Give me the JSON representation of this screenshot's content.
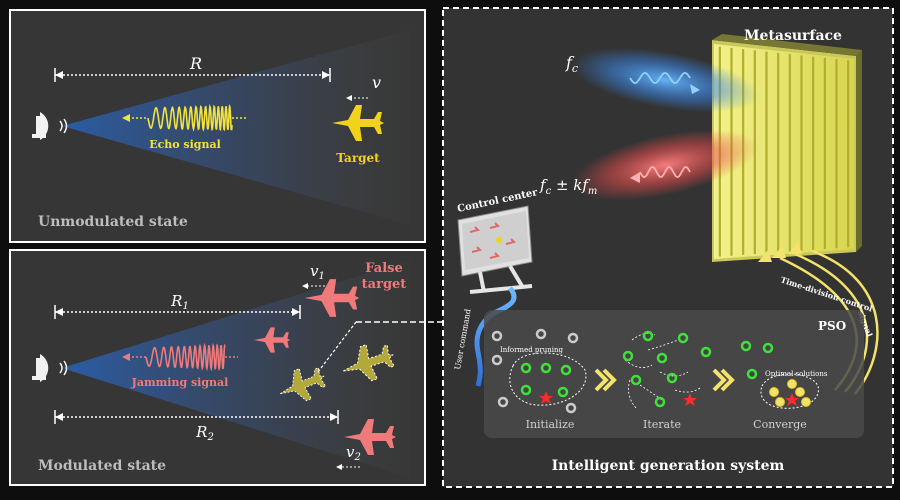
{
  "panels": {
    "unmodulated": {
      "label": "Unmodulated state",
      "range_label": "R",
      "velocity_label": "v",
      "echo_label": "Echo signal",
      "target_label": "Target"
    },
    "modulated": {
      "label": "Modulated state",
      "r1_label": "R",
      "r1_sub": "1",
      "r2_label": "R",
      "r2_sub": "2",
      "v1_label": "v",
      "v1_sub": "1",
      "v2_label": "v",
      "v2_sub": "2",
      "jamming_label": "Jamming signal",
      "false_target_line1": "False",
      "false_target_line2": "target"
    },
    "system": {
      "label": "Intelligent generation system",
      "metasurface_label": "Metasurface",
      "fc_label": "f",
      "fc_sub": "c",
      "fm_label": "f",
      "fm_sub": "c",
      "fm_suffix": " ± kf",
      "fm_suffix_sub": "m",
      "control_center_label": "Control center",
      "user_command_label": "User command",
      "tdc_label": "Time-division control",
      "signal_label": "signal",
      "pso_label": "PSO",
      "initialize_label": "Initialize",
      "iterate_label": "Iterate",
      "converge_label": "Converge",
      "informed_pruning_label": "Informed pruning",
      "optimal_solutions_label": "Optimal solutions"
    }
  },
  "colors": {
    "echo": "#f2e23a",
    "jamming": "#f07a7a",
    "target": "#f3d21e",
    "false_target": "#f07a7a",
    "particle": "#3fe23a",
    "beam_blue": "#4aa6ff",
    "beam_red": "#ff6a6a",
    "metasurface": "#e9e86a"
  }
}
